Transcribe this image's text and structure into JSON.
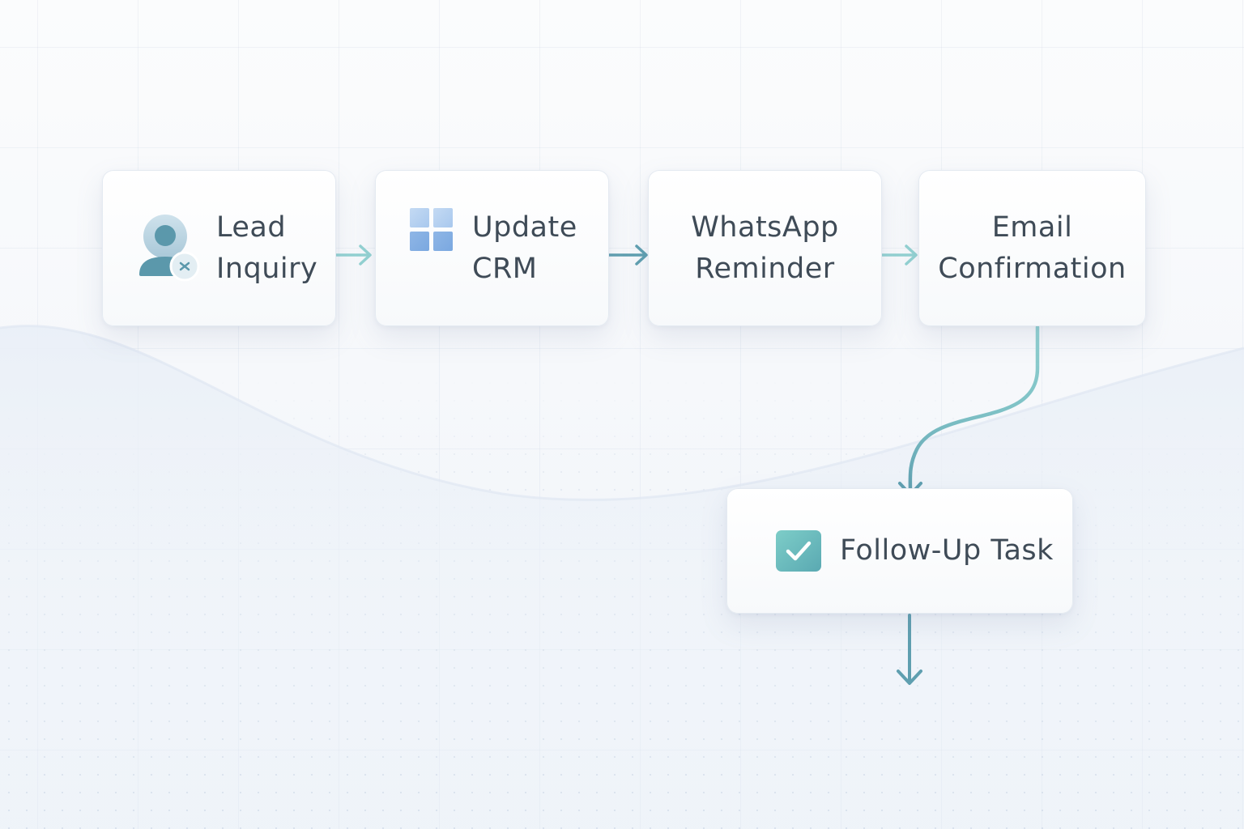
{
  "diagram": {
    "nodes": [
      {
        "id": "lead",
        "lines": [
          "Lead",
          "Inquiry"
        ],
        "icon": "person-icon"
      },
      {
        "id": "crm",
        "lines": [
          "Update",
          "CRM"
        ],
        "icon": "grid-icon"
      },
      {
        "id": "whatsapp",
        "lines": [
          "WhatsApp",
          "Reminder"
        ]
      },
      {
        "id": "email",
        "lines": [
          "Email",
          "Confirmation"
        ]
      },
      {
        "id": "followup",
        "lines": [
          "Follow-Up Task"
        ],
        "icon": "checkbox-icon"
      }
    ],
    "edges": [
      {
        "from": "lead",
        "to": "crm"
      },
      {
        "from": "crm",
        "to": "whatsapp"
      },
      {
        "from": "whatsapp",
        "to": "email"
      },
      {
        "from": "email",
        "to": "followup"
      },
      {
        "from": "followup",
        "to": ""
      }
    ]
  },
  "colors": {
    "text": "#3f4b57",
    "connector_light": "#8fcfcf",
    "connector_dark": "#5d9cae",
    "check_teal": "#6cc0bf",
    "grid_blue": "#8fb6e6"
  }
}
